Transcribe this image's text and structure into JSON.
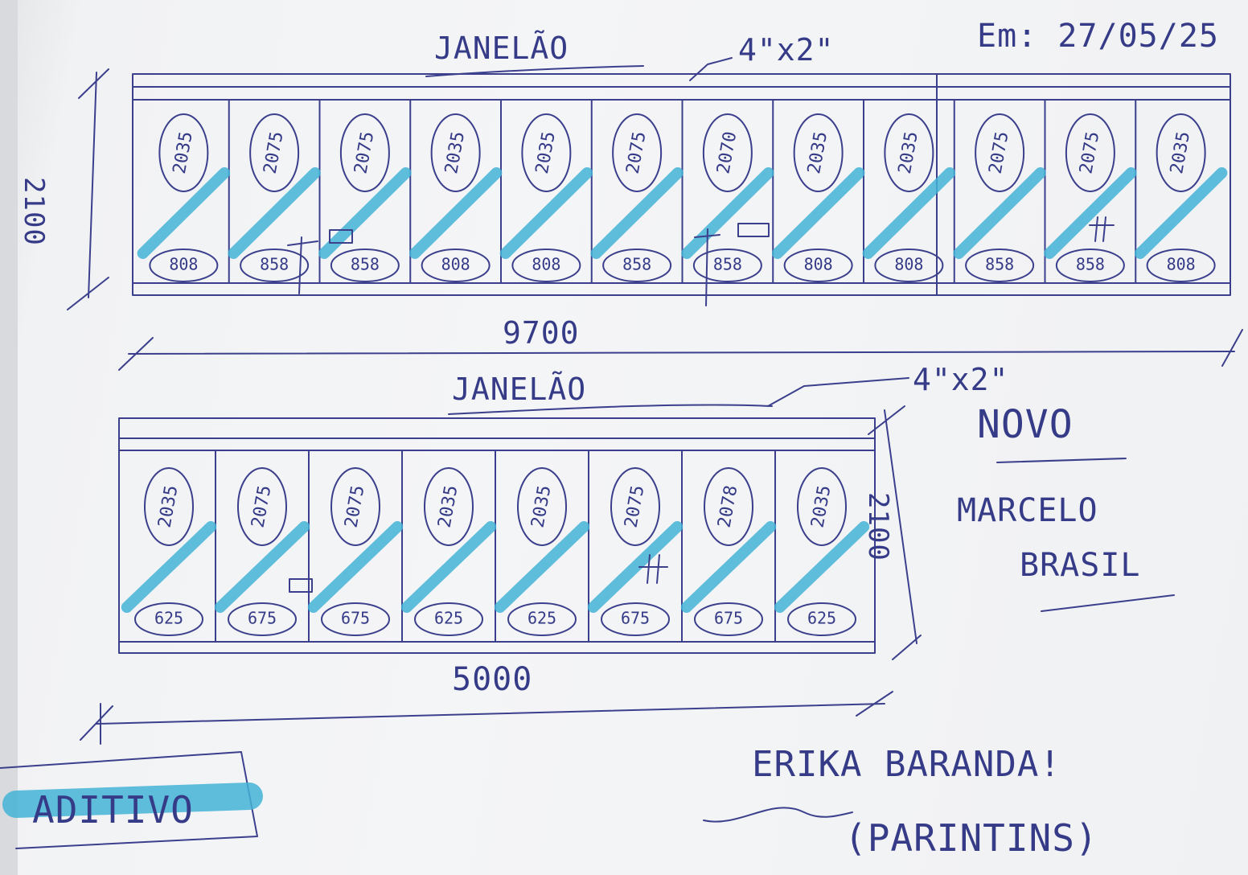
{
  "top": {
    "title": "JANELÃO",
    "tube": "4\"x2\"",
    "date": "Em: 27/05/25",
    "height": "2100",
    "width": "9700",
    "top_codes": [
      "2035",
      "2075",
      "2075",
      "2035",
      "2035",
      "2075",
      "2070",
      "2035",
      "2035",
      "2075",
      "2075",
      "2035"
    ],
    "bottom_codes": [
      "808",
      "858",
      "858",
      "808",
      "808",
      "858",
      "858",
      "808",
      "808",
      "858",
      "858",
      "808"
    ]
  },
  "bottom": {
    "title": "JANELÃO",
    "tube": "4\"x2\"",
    "height": "2100",
    "width": "5000",
    "top_codes": [
      "2035",
      "2075",
      "2075",
      "2035",
      "2035",
      "2075",
      "2078",
      "2035"
    ],
    "bottom_codes": [
      "625",
      "675",
      "675",
      "625",
      "625",
      "675",
      "675",
      "625"
    ]
  },
  "notes": {
    "novo": "NOVO",
    "client_name": "MARCELO",
    "client_surname": "BRASIL",
    "aditivo": "ADITIVO",
    "erika": "ERIKA BARANDA!",
    "parintins": "(PARINTINS)"
  },
  "colors": {
    "ink": "#3b3f8c",
    "highlighter": "#43b3d6",
    "paper": "#f3f4f6"
  }
}
